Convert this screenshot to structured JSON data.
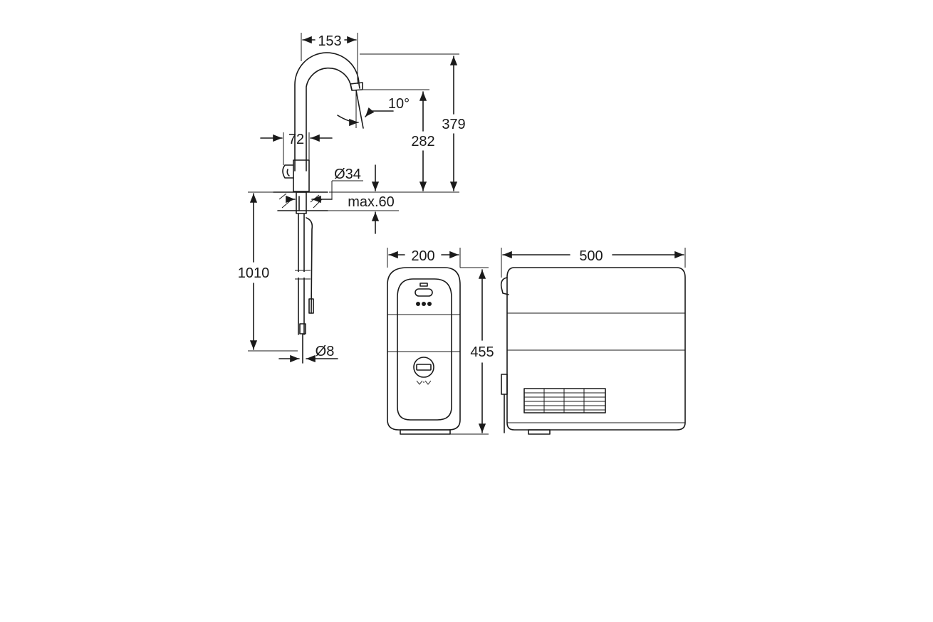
{
  "dimensions": {
    "spout_reach": "153",
    "total_height": "379",
    "spout_height": "282",
    "spout_angle": "10°",
    "handle_offset": "72",
    "body_diameter": "Ø34",
    "max_counter_thickness": "max.60",
    "hose_length": "1010",
    "hose_diameter": "Ø8",
    "chiller_width": "200",
    "chiller_height": "455",
    "chiller_depth": "500"
  },
  "colors": {
    "line": "#1a1a1a",
    "background": "#ffffff"
  }
}
